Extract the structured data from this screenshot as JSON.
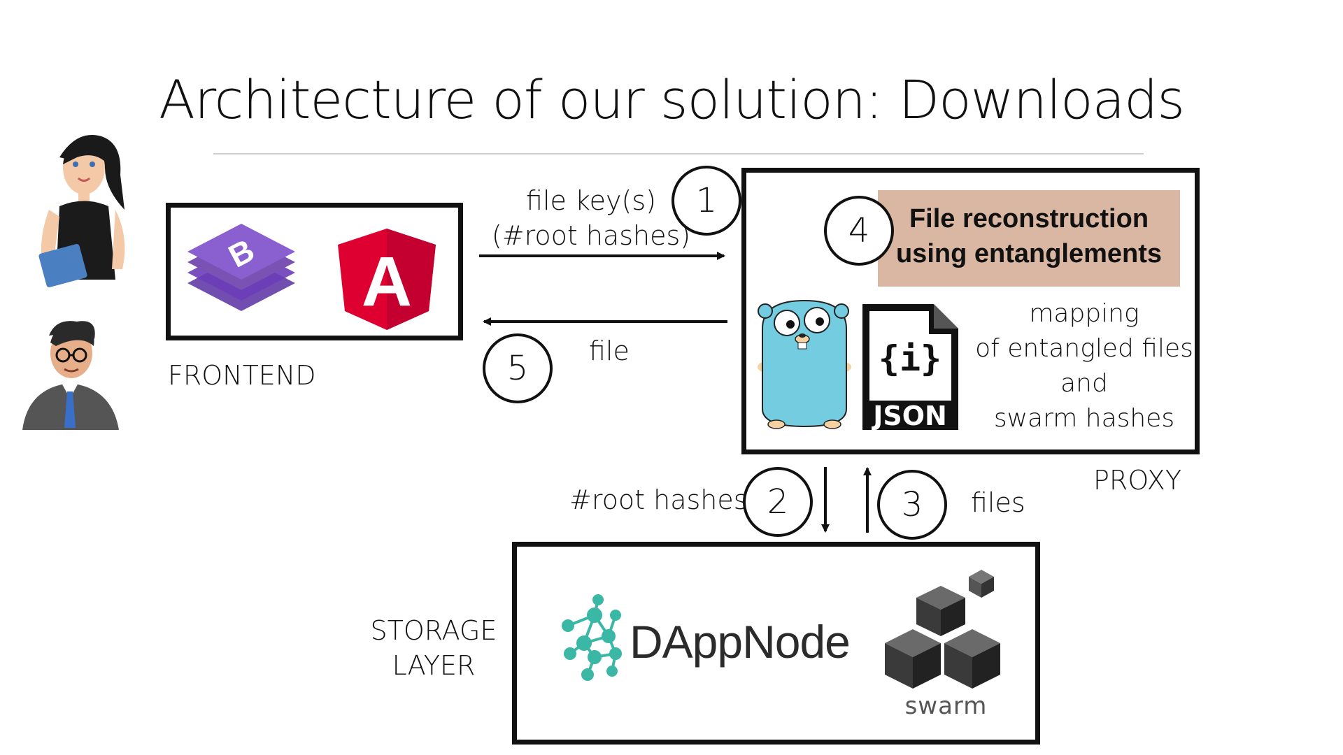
{
  "title": "Architecture of our solution: Downloads",
  "frontend": {
    "label": "FRONTEND",
    "bootstrap_letter": "B",
    "angular_letter": "A"
  },
  "proxy": {
    "label": "PROXY",
    "reconstruction_text": "File reconstruction using entanglements",
    "json_icon_text": "{i}",
    "json_label": "JSON",
    "mapping_lines": [
      "mapping",
      "of entangled files",
      "and",
      "swarm hashes"
    ]
  },
  "storage": {
    "label_lines": [
      "STORAGE",
      "LAYER"
    ],
    "dappnode_logo_text": "DAppNode",
    "swarm_logo_text": "swarm"
  },
  "flows": {
    "step1": {
      "number": "1",
      "label_lines": [
        "file key(s)",
        "(#root hashes)"
      ]
    },
    "step2": {
      "number": "2",
      "label": "#root hashes"
    },
    "step3": {
      "number": "3",
      "label": "files"
    },
    "step4": {
      "number": "4"
    },
    "step5": {
      "number": "5",
      "label": "file"
    }
  },
  "colors": {
    "highlight": "#d9b7a3",
    "bootstrap": "#7952b3",
    "angular": "#dd0031",
    "gopher": "#73cce0",
    "dappnode": "#3ab7a5"
  }
}
